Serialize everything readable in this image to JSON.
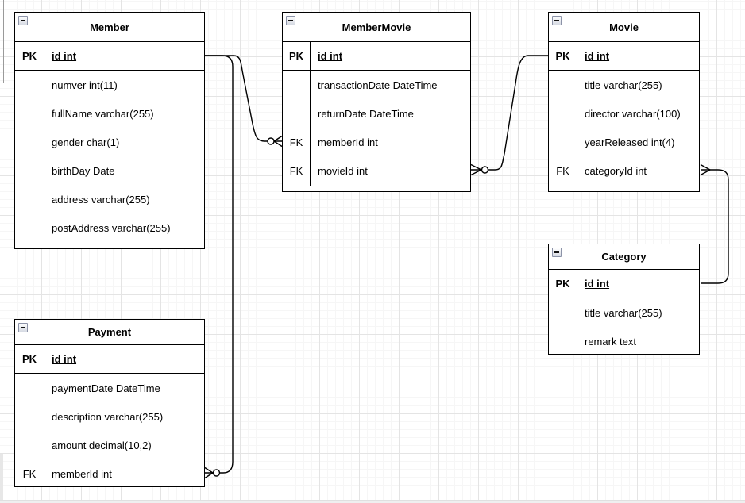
{
  "canvas": {
    "background": "#ffffff",
    "grid_minor_color": "#f6f6f6",
    "grid_major_color": "#e4e4e4",
    "collapse_icon_glyph": "minus"
  },
  "tables": {
    "member": {
      "title": "Member",
      "columns": [
        {
          "key": "PK",
          "name": "id int"
        },
        {
          "key": "",
          "name": "numver int(11)"
        },
        {
          "key": "",
          "name": "fullName varchar(255)"
        },
        {
          "key": "",
          "name": "gender char(1)"
        },
        {
          "key": "",
          "name": "birthDay Date"
        },
        {
          "key": "",
          "name": "address varchar(255)"
        },
        {
          "key": "",
          "name": "postAddress varchar(255)"
        }
      ]
    },
    "memberMovie": {
      "title": "MemberMovie",
      "columns": [
        {
          "key": "PK",
          "name": "id int"
        },
        {
          "key": "",
          "name": "transactionDate DateTime"
        },
        {
          "key": "",
          "name": "returnDate DateTime"
        },
        {
          "key": "FK",
          "name": "memberId int"
        },
        {
          "key": "FK",
          "name": "movieId int"
        }
      ]
    },
    "movie": {
      "title": "Movie",
      "columns": [
        {
          "key": "PK",
          "name": "id int"
        },
        {
          "key": "",
          "name": "title varchar(255)"
        },
        {
          "key": "",
          "name": "director varchar(100)"
        },
        {
          "key": "",
          "name": "yearReleased int(4)"
        },
        {
          "key": "FK",
          "name": "categoryId int"
        }
      ]
    },
    "category": {
      "title": "Category",
      "columns": [
        {
          "key": "PK",
          "name": "id int"
        },
        {
          "key": "",
          "name": "title varchar(255)"
        },
        {
          "key": "",
          "name": "remark text"
        }
      ]
    },
    "payment": {
      "title": "Payment",
      "columns": [
        {
          "key": "PK",
          "name": "id int"
        },
        {
          "key": "",
          "name": "paymentDate DateTime"
        },
        {
          "key": "",
          "name": "description varchar(255)"
        },
        {
          "key": "",
          "name": "amount decimal(10,2)"
        },
        {
          "key": "FK",
          "name": "memberId int"
        }
      ]
    }
  },
  "relationships": [
    {
      "from": "Member.id",
      "to": "MemberMovie.memberId",
      "to_marker": "zero-or-many"
    },
    {
      "from": "Member.id",
      "to": "Payment.memberId",
      "to_marker": "zero-or-many"
    },
    {
      "from": "Movie.id",
      "to": "MemberMovie.movieId",
      "to_marker": "zero-or-many"
    },
    {
      "from": "Movie.categoryId",
      "to": "Category.id",
      "from_marker": "many"
    }
  ]
}
